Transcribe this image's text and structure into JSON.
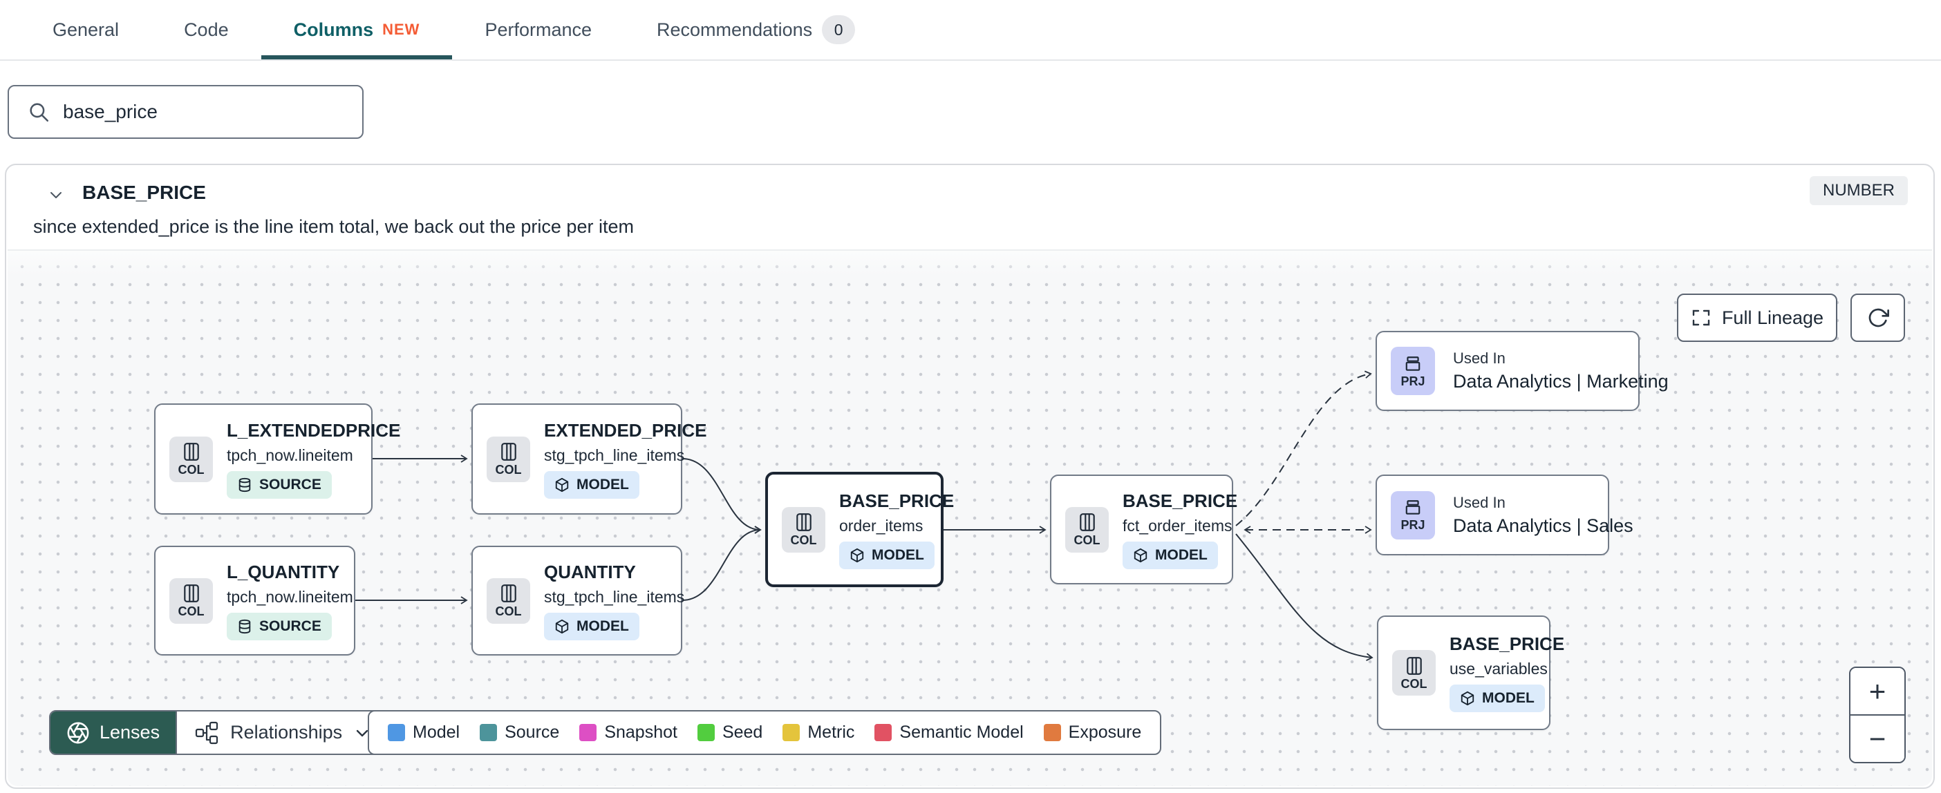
{
  "tabs": {
    "items": [
      {
        "label": "General"
      },
      {
        "label": "Code"
      },
      {
        "label": "Columns",
        "badge": "NEW"
      },
      {
        "label": "Performance"
      },
      {
        "label": "Recommendations",
        "count": "0"
      }
    ]
  },
  "search": {
    "value": "base_price"
  },
  "column": {
    "name": "BASE_PRICE",
    "type_badge": "NUMBER",
    "description": "since extended_price is the line item total, we back out the price per item"
  },
  "lineage": {
    "buttons": {
      "full_lineage": "Full Lineage",
      "zoom_in": "+",
      "zoom_out": "−"
    },
    "toolbar": {
      "lenses": "Lenses",
      "relationships": "Relationships"
    },
    "icon_labels": {
      "column": "COL",
      "project": "PRJ"
    },
    "nodes": [
      {
        "title": "L_EXTENDEDPRICE",
        "subtitle": "tpch_now.lineitem",
        "badge": "SOURCE"
      },
      {
        "title": "EXTENDED_PRICE",
        "subtitle": "stg_tpch_line_items",
        "badge": "MODEL"
      },
      {
        "title": "L_QUANTITY",
        "subtitle": "tpch_now.lineitem",
        "badge": "SOURCE"
      },
      {
        "title": "QUANTITY",
        "subtitle": "stg_tpch_line_items",
        "badge": "MODEL"
      },
      {
        "title": "BASE_PRICE",
        "subtitle": "order_items",
        "badge": "MODEL"
      },
      {
        "title": "BASE_PRICE",
        "subtitle": "fct_order_items",
        "badge": "MODEL"
      },
      {
        "kicker": "Used In",
        "title": "Data Analytics | Marketing"
      },
      {
        "kicker": "Used In",
        "title": "Data Analytics | Sales"
      },
      {
        "title": "BASE_PRICE",
        "subtitle": "use_variables",
        "badge": "MODEL"
      }
    ],
    "legend": [
      {
        "label": "Model",
        "color": "#4f97e3"
      },
      {
        "label": "Source",
        "color": "#4d949b"
      },
      {
        "label": "Snapshot",
        "color": "#dd4fc4"
      },
      {
        "label": "Seed",
        "color": "#52cd3f"
      },
      {
        "label": "Metric",
        "color": "#e4c43c"
      },
      {
        "label": "Semantic Model",
        "color": "#e15263"
      },
      {
        "label": "Exposure",
        "color": "#e07a3f"
      }
    ]
  }
}
